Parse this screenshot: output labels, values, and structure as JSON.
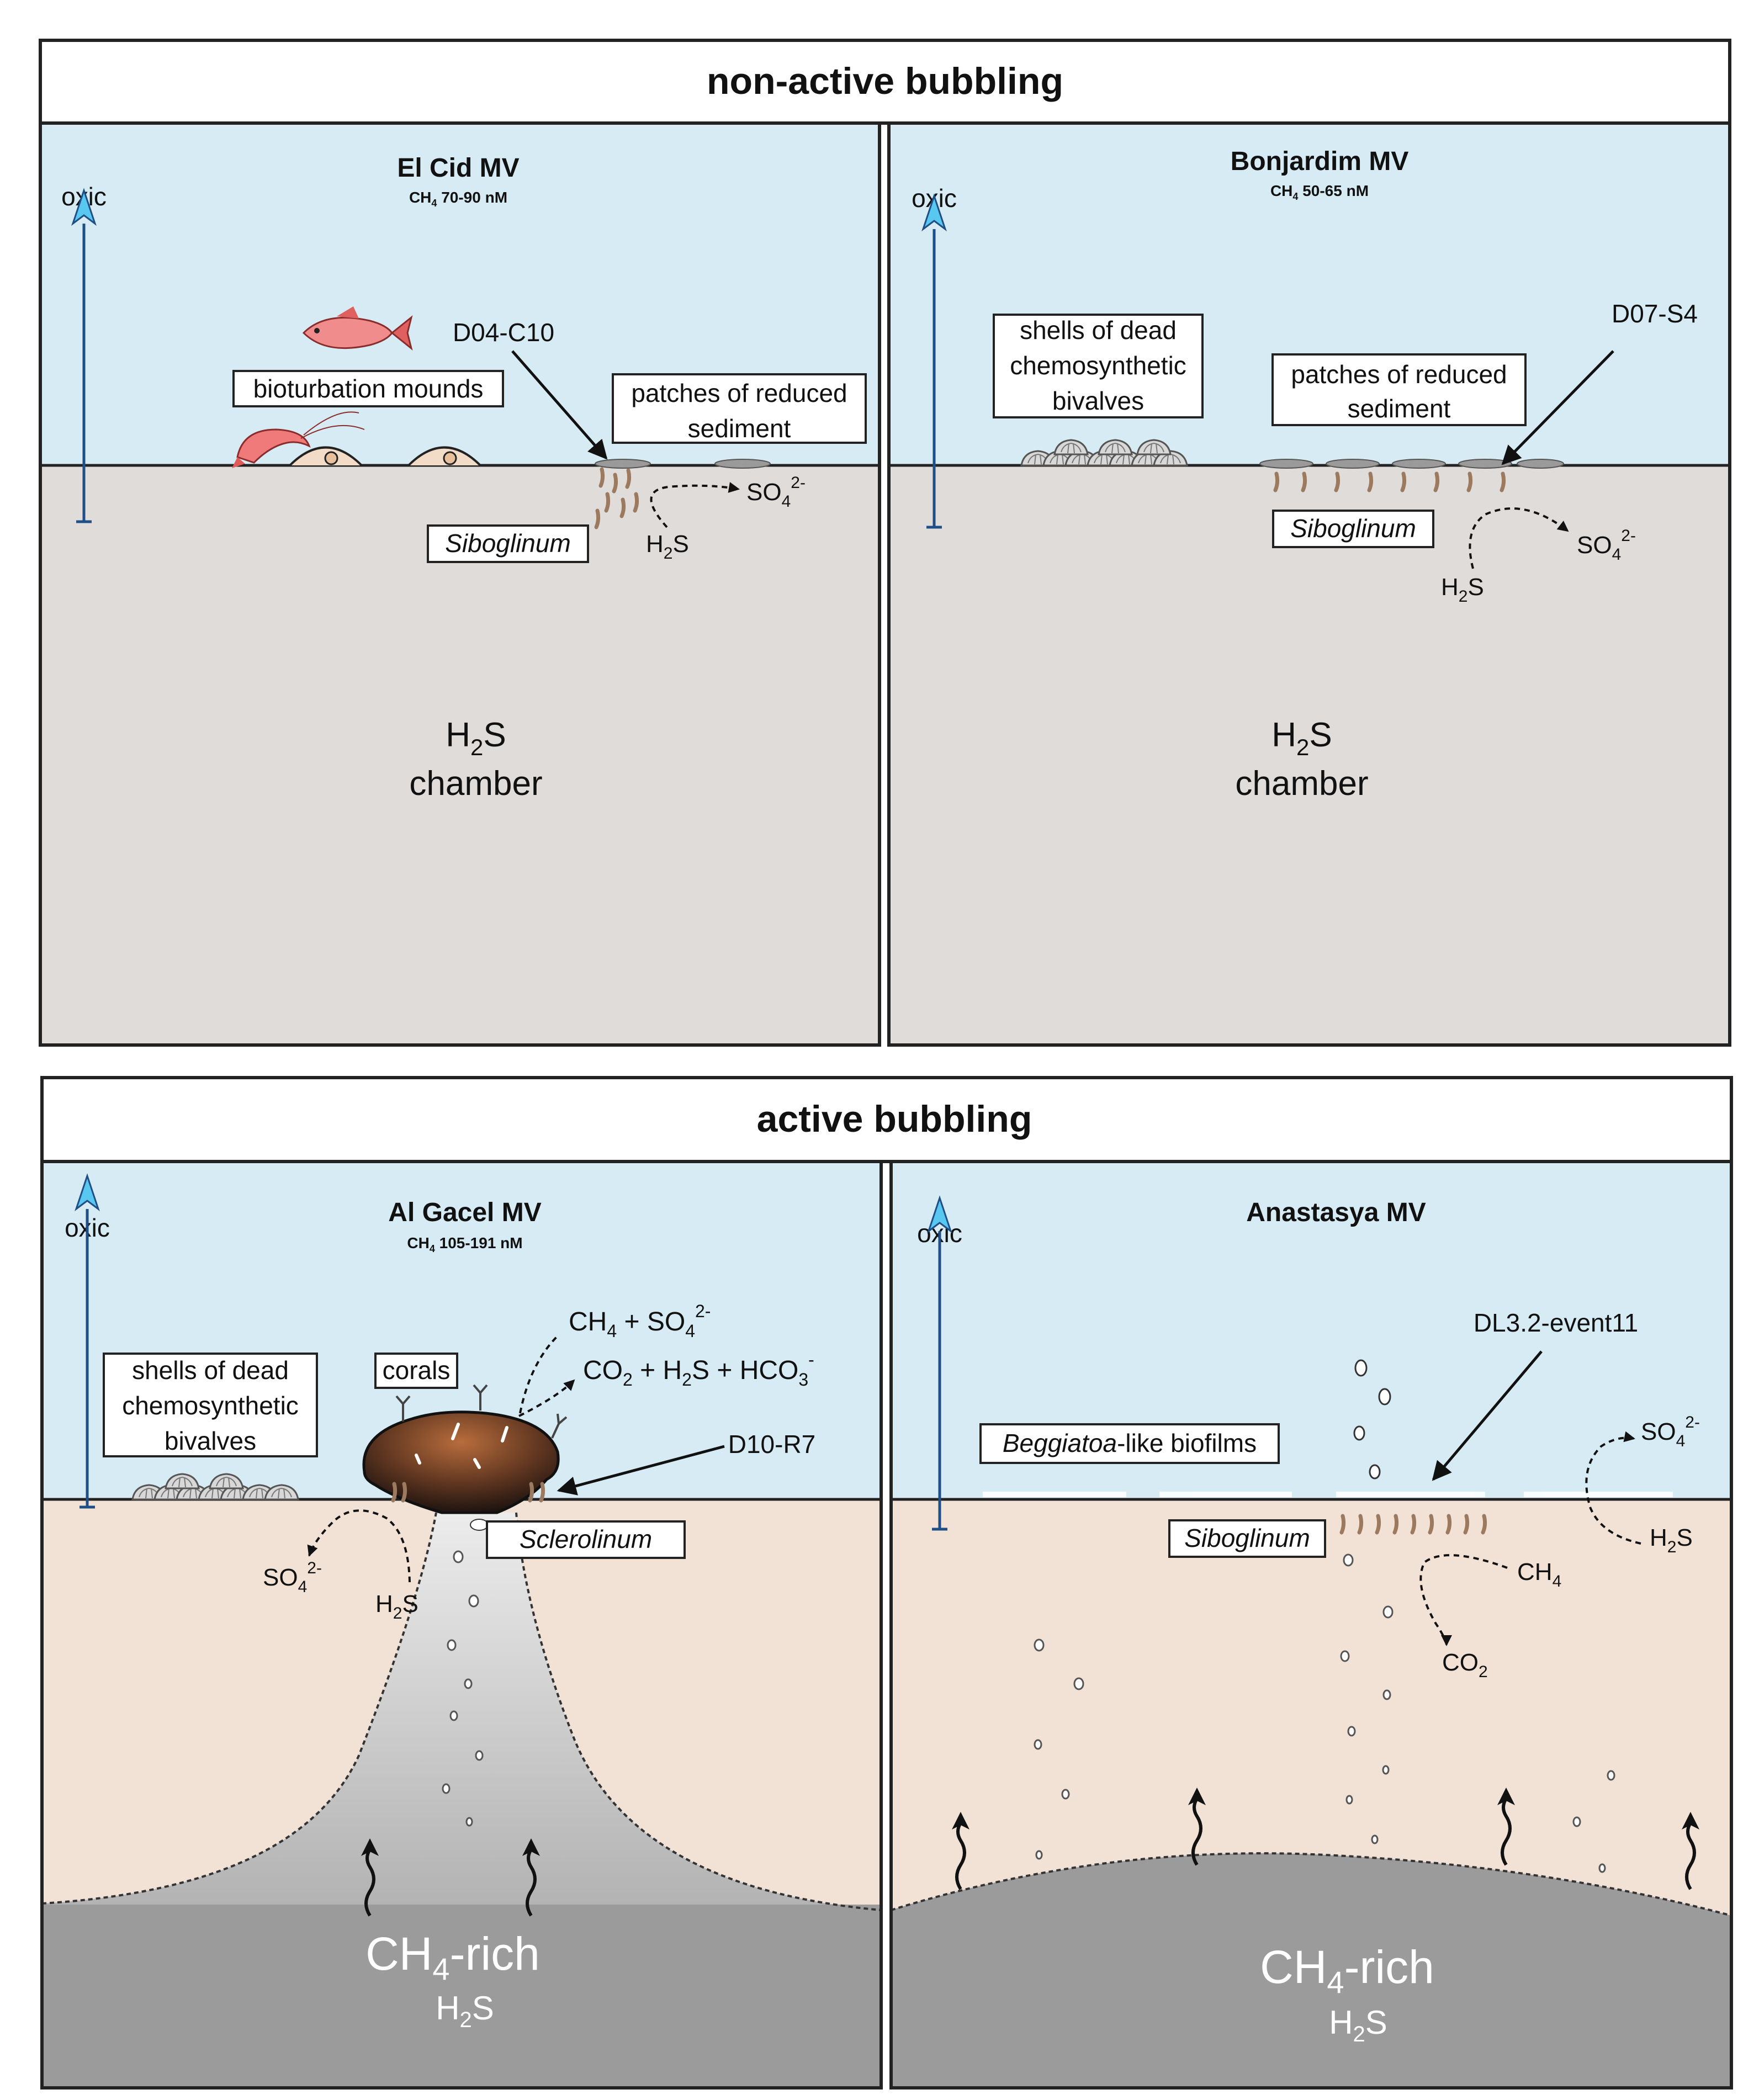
{
  "top_section": {
    "title": "non-active bubbling",
    "left_panel": {
      "site": "El Cid MV",
      "ch4_label": "CH",
      "ch4_sub": "4",
      "ch4_range": " 70-90 nM",
      "oxic": "oxic",
      "sample": "D04-C10",
      "bioturbation": "bioturbation mounds",
      "reduced_line1": "patches of reduced",
      "reduced_line2": "sediment",
      "siboglinum": "Siboglinum",
      "so4": "SO",
      "so4_sub": "4",
      "so4_sup": "2-",
      "h2s_h": "H",
      "h2s_sub": "2",
      "h2s_s": "S",
      "chamber": "chamber"
    },
    "right_panel": {
      "site": "Bonjardim MV",
      "ch4_label": "CH",
      "ch4_sub": "4",
      "ch4_range": " 50-65 nM",
      "oxic": "oxic",
      "sample": "D07-S4",
      "shells_line1": "shells of dead",
      "shells_line2": "chemosynthetic",
      "shells_line3": "bivalves",
      "reduced_line1": "patches of reduced",
      "reduced_line2": "sediment",
      "siboglinum": "Siboglinum",
      "so4": "SO",
      "so4_sub": "4",
      "so4_sup": "2-",
      "h2s_h": "H",
      "h2s_sub": "2",
      "h2s_s": "S",
      "chamber": "chamber"
    }
  },
  "bottom_section": {
    "title": "active bubbling",
    "left_panel": {
      "site": "Al Gacel MV",
      "ch4_label": "CH",
      "ch4_sub": "4",
      "ch4_range": " 105-191 nM",
      "oxic": "oxic",
      "shells_line1": "shells of dead",
      "shells_line2": "chemosynthetic",
      "shells_line3": "bivalves",
      "corals": "corals",
      "sample": "D10-R7",
      "sclerolinum": "Sclerolinum",
      "reaction1_a": "CH",
      "reaction1_b": "4",
      "reaction1_c": " + SO",
      "reaction1_d": "4",
      "reaction1_e": "2-",
      "reaction2_a": "CO",
      "reaction2_b": "2",
      "reaction2_c": " + H",
      "reaction2_d": "2",
      "reaction2_e": "S + HCO",
      "reaction2_f": "3",
      "reaction2_g": "-",
      "so4": "SO",
      "so4_sub": "4",
      "so4_sup": "2-",
      "h2s_h": "H",
      "h2s_sub": "2",
      "h2s_s": "S",
      "rich_a": "CH",
      "rich_b": "4",
      "rich_c": "-rich"
    },
    "right_panel": {
      "site": "Anastasya MV",
      "oxic": "oxic",
      "sample": "DL3.2-event11",
      "biofilm_italic": "Beggiatoa",
      "biofilm_rest": "-like biofilms",
      "siboglinum": "Siboglinum",
      "so4": "SO",
      "so4_sub": "4",
      "so4_sup": "2-",
      "h2s_h": "H",
      "h2s_sub": "2",
      "h2s_s": "S",
      "ch4_a": "CH",
      "ch4_b": "4",
      "co2_a": "CO",
      "co2_b": "2",
      "rich_a": "CH",
      "rich_b": "4",
      "rich_c": "-rich"
    }
  },
  "colors": {
    "water": "#d6ebf3",
    "sediment_grey": "#e0dcda",
    "sediment_tan": "#f2e2d6",
    "deep_grey": "#9b9b9b",
    "arrow_blue": "#1f4f86",
    "worm_brown": "#9b7a5f"
  }
}
